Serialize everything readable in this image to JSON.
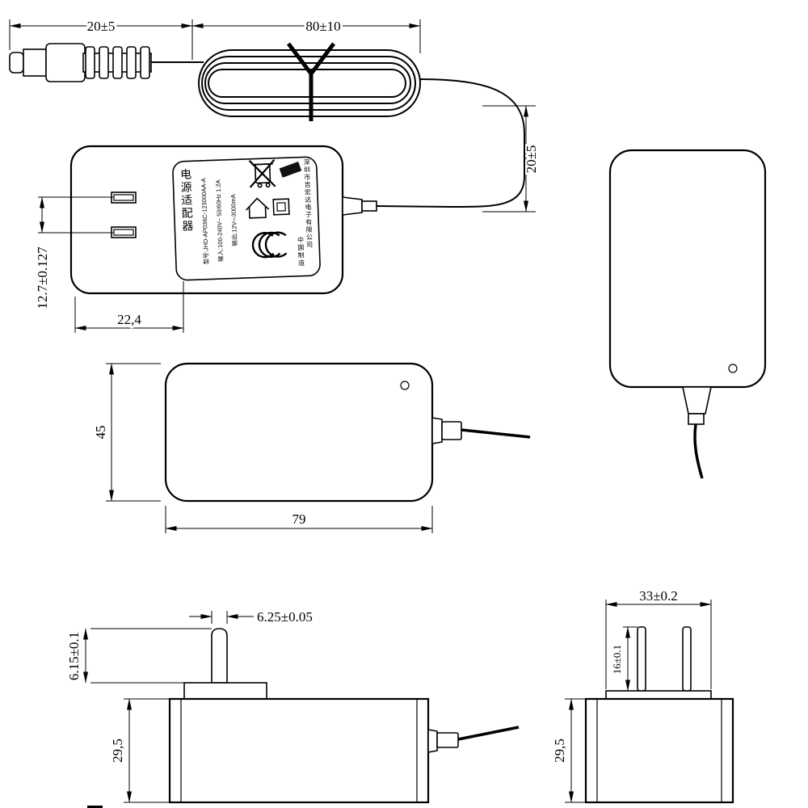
{
  "colors": {
    "line": "#000000",
    "background": "#ffffff"
  },
  "dims": {
    "plug_length": "20±5",
    "coil_length": "80±10",
    "bend_height": "20±5",
    "prong_pitch": "12.7±0.127",
    "face_width": "22,4",
    "body_width": "45",
    "body_length": "79",
    "prong_width": "6.25±0.05",
    "prong_offset": "6.15±0.1",
    "thickness_left": "29,5",
    "base_width": "33±0.2",
    "prong_length": "16±0.1",
    "thickness_right": "29,5"
  },
  "label": {
    "product_name": "电源适配器",
    "model_line": "型号:JHD-AP036C-123000AA-A",
    "input_line": "输入:100-240V~ 50/60Hz 1.2A",
    "output_line": "输出:12V⎓3000mA",
    "maker_line": "深圳市吉宏达电子有限公司",
    "origin_line": "中国制造"
  }
}
